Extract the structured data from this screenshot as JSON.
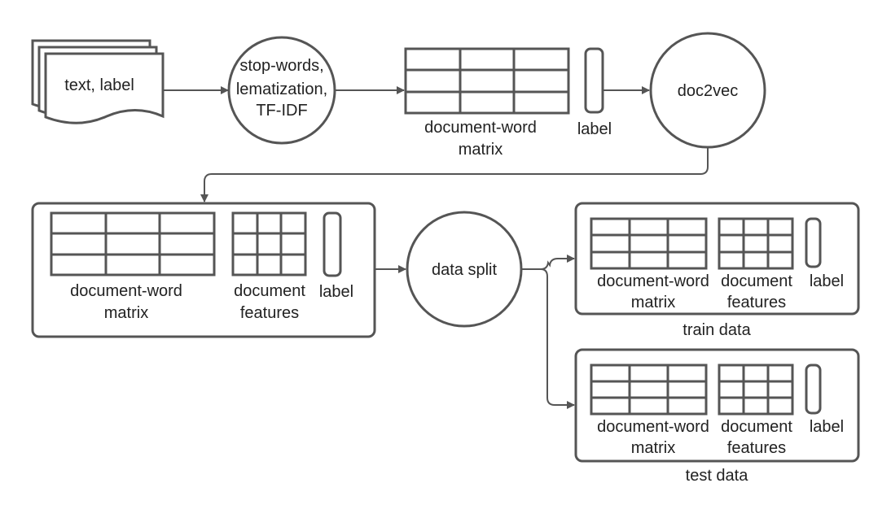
{
  "colors": {
    "stroke": "#555555",
    "text": "#222222",
    "background": "#ffffff"
  },
  "icons": {
    "documents": "stacked-documents-icon",
    "arrowhead": "arrowhead-icon"
  },
  "input_doc": {
    "label": "text, label"
  },
  "preprocess": {
    "lines": [
      "stop-words,",
      "lematization,",
      "TF-IDF"
    ]
  },
  "top": {
    "matrix_lines": [
      "document-word",
      "matrix"
    ],
    "label": "label"
  },
  "doc2vec": {
    "label": "doc2vec"
  },
  "combined": {
    "matrix_lines": [
      "document-word",
      "matrix"
    ],
    "features_lines": [
      "document",
      "features"
    ],
    "label": "label"
  },
  "split": {
    "label": "data split"
  },
  "train": {
    "matrix_lines": [
      "document-word",
      "matrix"
    ],
    "features_lines": [
      "document",
      "features"
    ],
    "label": "label",
    "caption": "train data"
  },
  "test": {
    "matrix_lines": [
      "document-word",
      "matrix"
    ],
    "features_lines": [
      "document",
      "features"
    ],
    "label": "label",
    "caption": "test data"
  }
}
